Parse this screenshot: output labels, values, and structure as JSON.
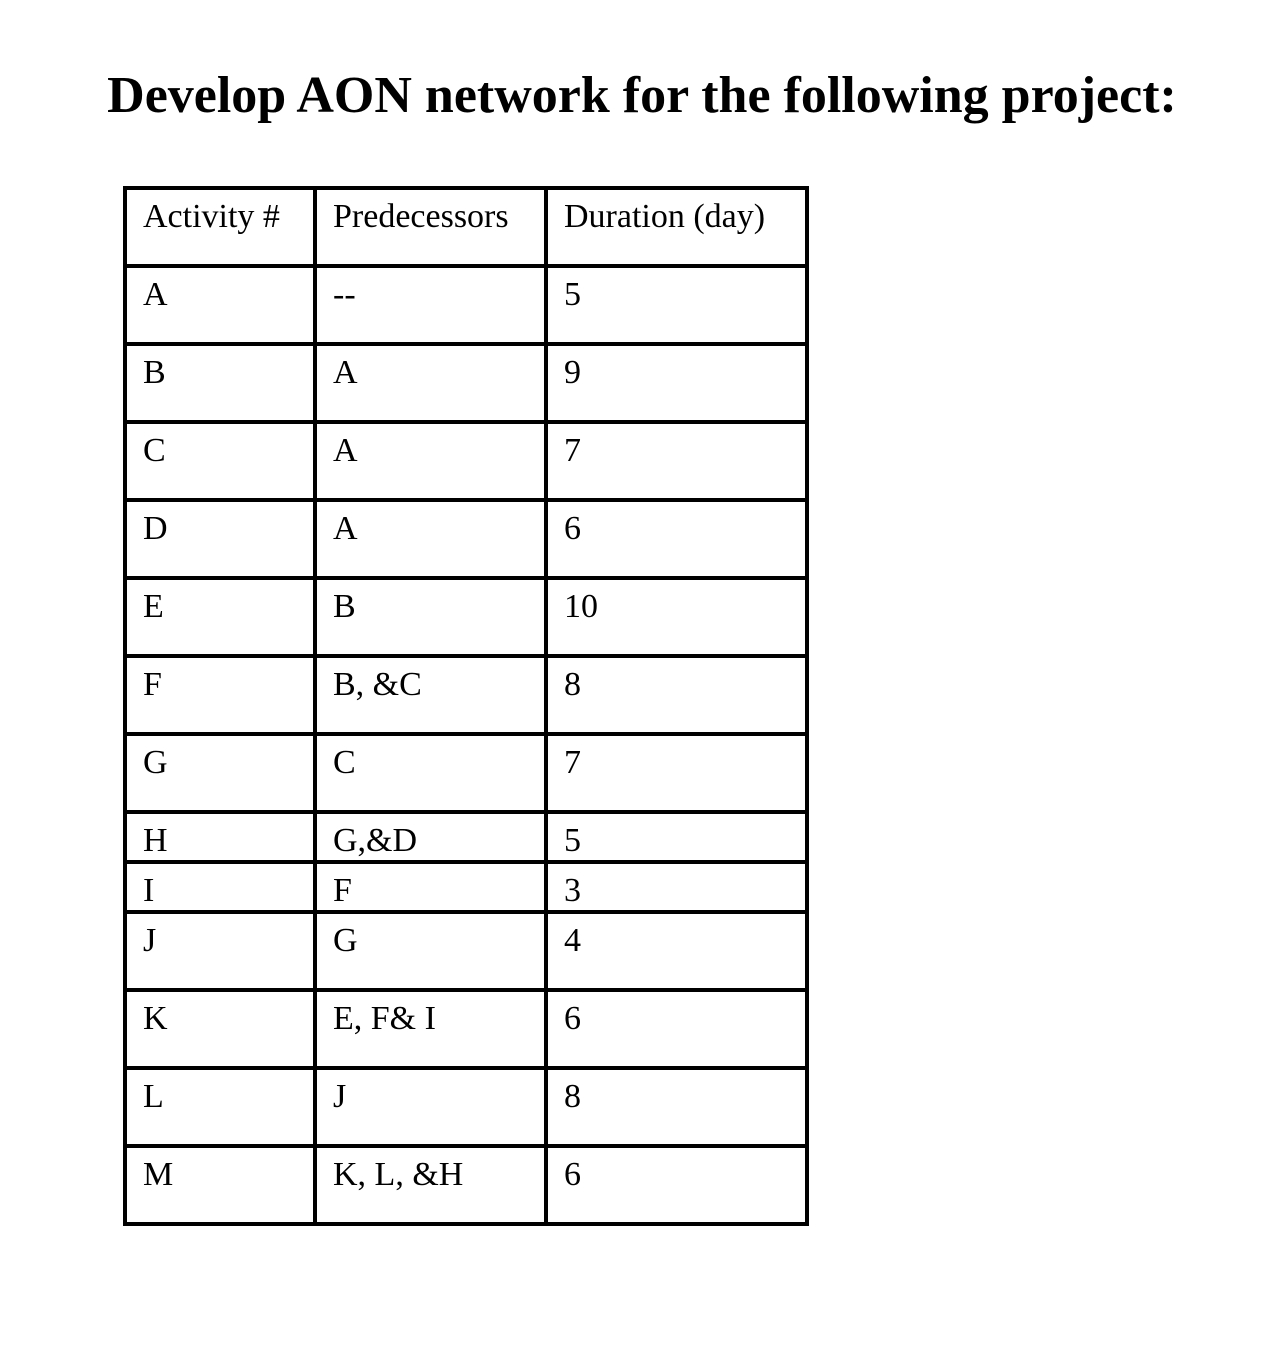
{
  "title": "Develop AON network for the following project:",
  "table": {
    "headers": [
      "Activity #",
      "Predecessors",
      "Duration (day)"
    ],
    "rows": [
      [
        "A",
        "--",
        "5"
      ],
      [
        "B",
        "A",
        "9"
      ],
      [
        "C",
        "A",
        "7"
      ],
      [
        "D",
        "A",
        "6"
      ],
      [
        "E",
        "B",
        "10"
      ],
      [
        "F",
        "B, &C",
        "8"
      ],
      [
        "G",
        "C",
        "7"
      ],
      [
        "H",
        "G,&D",
        "5"
      ],
      [
        "I",
        "F",
        "3"
      ],
      [
        "J",
        "G",
        "4"
      ],
      [
        "K",
        "E, F& I",
        "6"
      ],
      [
        "L",
        "J",
        "8"
      ],
      [
        "M",
        "K, L, &H",
        "6"
      ]
    ]
  }
}
